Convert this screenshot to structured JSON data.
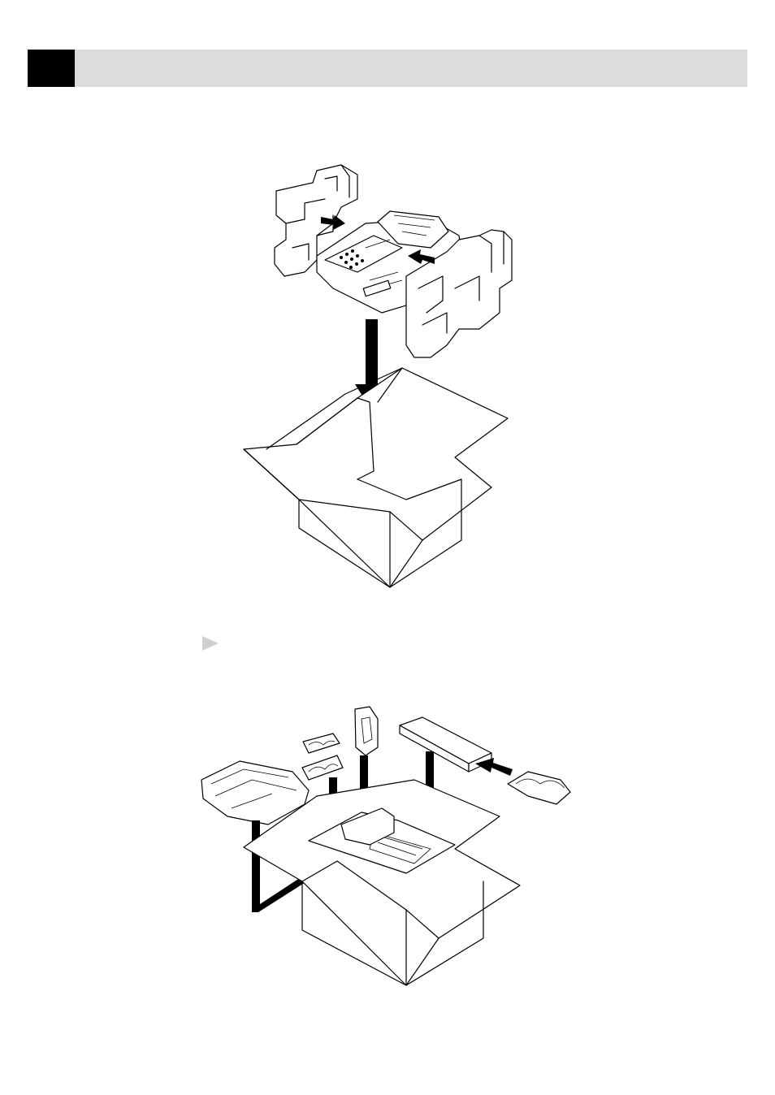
{
  "page": {
    "chapter_number": "",
    "header_title": ""
  },
  "figures": [
    {
      "id": "fig1",
      "content": "fax-machine-in-foam-packing-lowered-into-carton-illustration"
    },
    {
      "id": "fig2",
      "content": "accessories-placed-into-carton-illustration"
    }
  ],
  "bullet": {
    "icon": "triangle-bullet-icon",
    "color": "#cfcfcf"
  },
  "colors": {
    "header_bar": "#dcdcdc",
    "chapter_tab": "#000000"
  }
}
